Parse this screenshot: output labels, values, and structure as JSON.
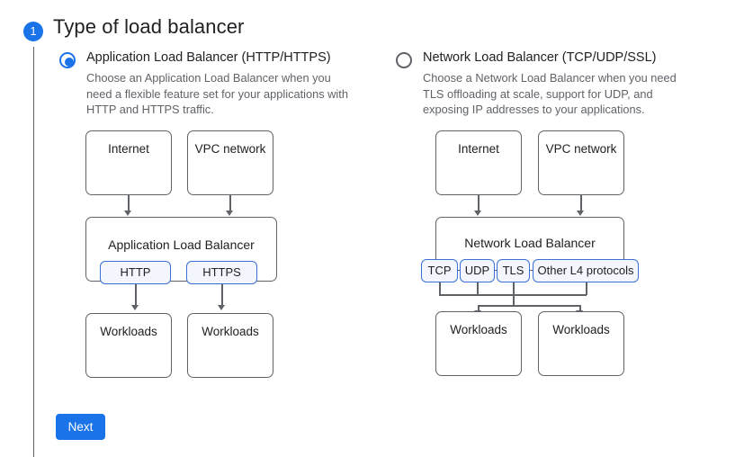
{
  "step": {
    "number": "1",
    "title": "Type of load balancer"
  },
  "options": [
    {
      "id": "application",
      "label": "Application Load Balancer (HTTP/HTTPS)",
      "description": "Choose an Application Load Balancer when you need a flexible feature set for your applications with HTTP and HTTPS traffic.",
      "selected": true
    },
    {
      "id": "network",
      "label": "Network Load Balancer (TCP/UDP/SSL)",
      "description": "Choose a Network Load Balancer when you need TLS offloading at scale, support for UDP, and exposing IP addresses to your applications.",
      "selected": false
    }
  ],
  "diagrams": {
    "application": {
      "sources": [
        {
          "title": "Internet",
          "icon": "cloud-icon"
        },
        {
          "title": "VPC network",
          "icon": "vpc-network-icon"
        }
      ],
      "balancer": "Application Load Balancer",
      "protocols": [
        "HTTP",
        "HTTPS"
      ],
      "targets": [
        {
          "title": "Workloads",
          "icon": "database-icon"
        },
        {
          "title": "Workloads",
          "icon": "database-icon"
        }
      ]
    },
    "network": {
      "sources": [
        {
          "title": "Internet",
          "icon": "cloud-icon"
        },
        {
          "title": "VPC network",
          "icon": "vpc-network-icon"
        }
      ],
      "balancer": "Network Load Balancer",
      "protocols": [
        "TCP",
        "UDP",
        "TLS",
        "Other L4 protocols"
      ],
      "targets": [
        {
          "title": "Workloads",
          "icon": "database-icon"
        },
        {
          "title": "Workloads",
          "icon": "database-icon"
        }
      ]
    }
  },
  "actions": {
    "next_label": "Next"
  },
  "colors": {
    "accent": "#1a73e8",
    "chip_border": "#3b6fd4",
    "chip_fill": "#f3f7fd",
    "line": "#5f6368",
    "text_primary": "#202124",
    "text_secondary": "#5f6368"
  }
}
